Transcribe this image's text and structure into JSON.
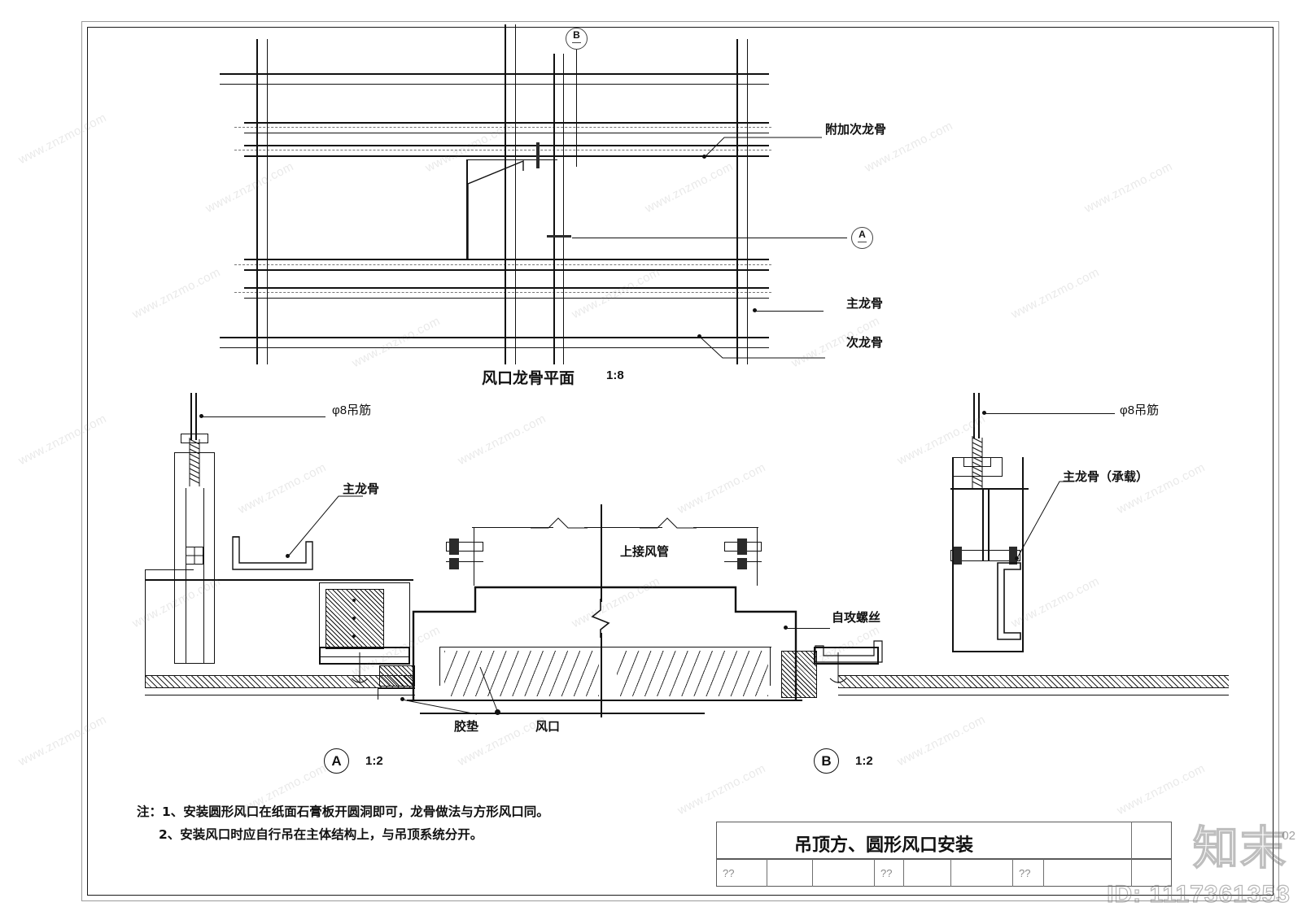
{
  "drawing": {
    "sheet_number": "02",
    "watermark_text": "www.znzmo.com",
    "watermark_logo": "知末",
    "watermark_id": "ID: 1117361353"
  },
  "plan_view": {
    "title": "风口龙骨平面",
    "scale": "1:8",
    "section_tags": [
      {
        "letter": "B"
      },
      {
        "letter": "A"
      }
    ],
    "labels": [
      {
        "text": "附加次龙骨"
      },
      {
        "text": "主龙骨"
      },
      {
        "text": "次龙骨"
      }
    ]
  },
  "detail_a": {
    "tag": "A",
    "scale": "1:2",
    "labels": [
      {
        "text": "φ8吊筋"
      },
      {
        "text": "主龙骨"
      },
      {
        "text": "上接风管"
      },
      {
        "text": "胶垫"
      },
      {
        "text": "风口"
      }
    ]
  },
  "detail_b": {
    "tag": "B",
    "scale": "1:2",
    "labels": [
      {
        "text": "φ8吊筋"
      },
      {
        "text": "主龙骨（承载）"
      },
      {
        "text": "自攻螺丝"
      }
    ]
  },
  "notes": {
    "line1": "注：1、安装圆形风口在纸面石膏板开圆洞即可，龙骨做法与方形风口同。",
    "line2": "2、安装风口时应自行吊在主体结构上，与吊顶系统分开。"
  },
  "title_block": {
    "title": "吊顶方、圆形风口安装",
    "cells": [
      "??",
      "",
      "",
      "??",
      "",
      "",
      "??",
      ""
    ]
  }
}
